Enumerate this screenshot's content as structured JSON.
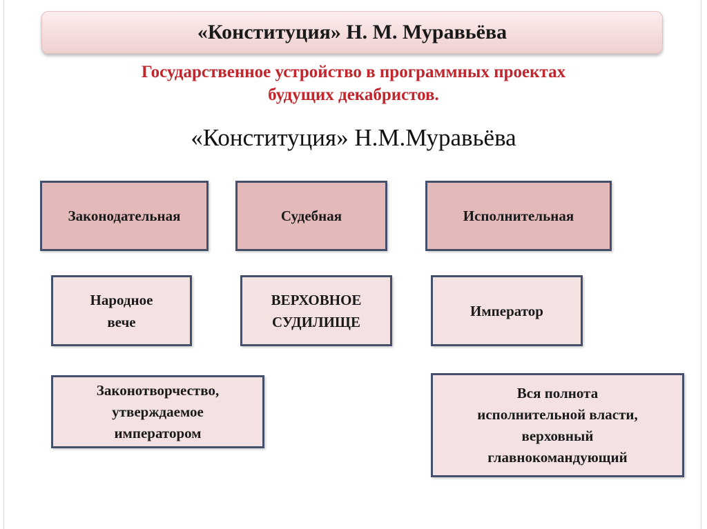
{
  "slide": {
    "title": "«Конституция» Н. М. Муравьёва",
    "subtitle": "Государственное устройство  в программных проектах\nбудущих декабристов.",
    "heading": "«Конституция» Н.М.Муравьёва"
  },
  "branches": {
    "legislative": "Законодательная",
    "judicial": "Судебная",
    "executive": "Исполнительная"
  },
  "bodies": {
    "legislative": "Народное\nвече",
    "judicial": "ВЕРХОВНОЕ\nСУДИЛИЩЕ",
    "executive": "Император"
  },
  "descriptions": {
    "legislative": "Законотворчество,\nутверждаемое\nимператором",
    "executive": "Вся полнота\nисполнительной власти,\nверховный\nглавнокомандующий"
  },
  "colors": {
    "subtitle": "#c0262d",
    "branch_fill": "#e4b9b9",
    "body_fill": "#f4e1e1",
    "border": "#44506b"
  }
}
